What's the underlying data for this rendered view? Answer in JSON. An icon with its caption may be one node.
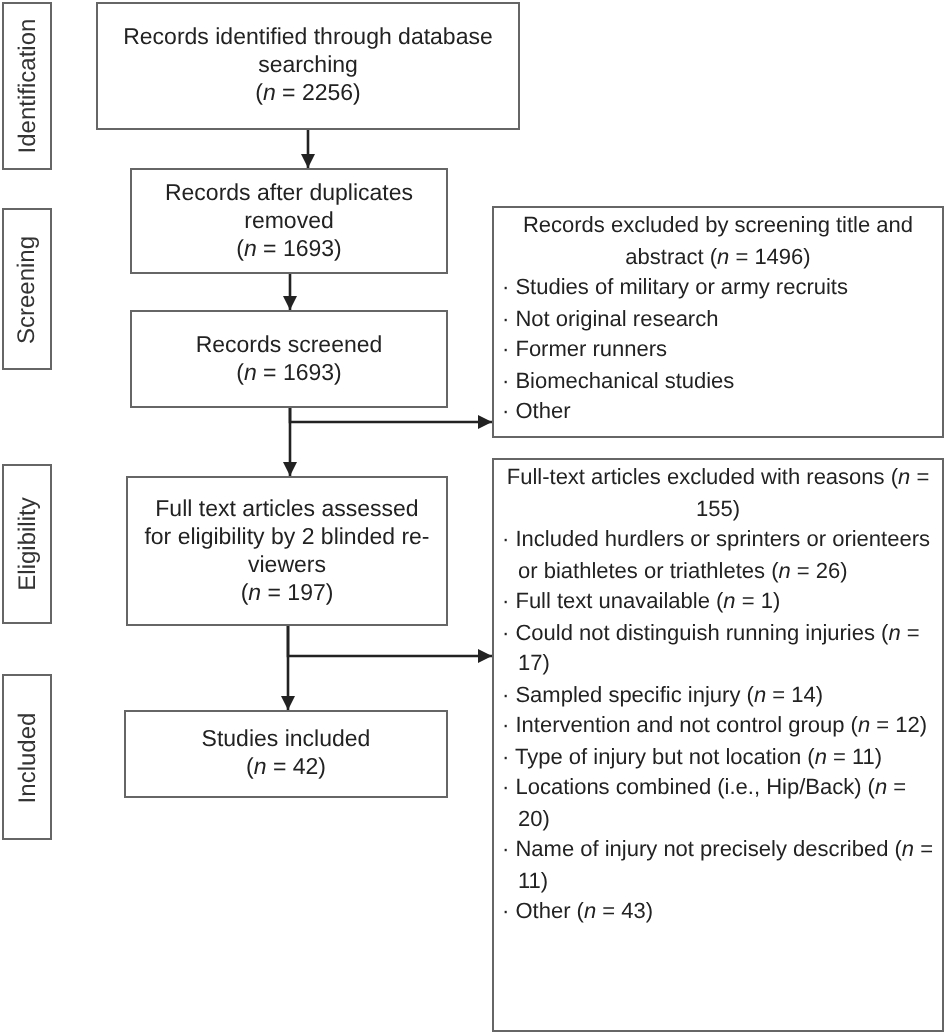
{
  "diagram": {
    "nodes": [
      {
        "text": [
          "Identification"
        ]
      },
      {
        "text": [
          "Screening"
        ]
      },
      {
        "text": [
          "Eligibility"
        ]
      },
      {
        "text": [
          "Included"
        ]
      },
      {
        "text": [
          "Records identified through database searching",
          "(*n* = 2256)"
        ]
      },
      {
        "text": [
          "Records after duplicates removed",
          "(*n* = 1693)"
        ]
      },
      {
        "text": [
          "Records screened",
          "(*n* = 1693)"
        ]
      },
      {
        "text": [
          "Records excluded by screening title and abstract (*n* = 1496)",
          "· Studies of military or army recruits",
          "· Not original research",
          "· Former runners",
          "· Biomechanical studies",
          "· Other"
        ]
      },
      {
        "text": [
          "Full text articles assessed for eligibility by 2 blinded re-viewers",
          "(*n* = 197)"
        ]
      },
      {
        "text": [
          "Studies included",
          "(*n* = 42)"
        ]
      },
      {
        "text": [
          "Full-text articles excluded with reasons (*n* = 155)",
          "· Included hurdlers or sprinters or orienteers or biathletes or triathletes (*n* = 26)",
          "· Full text unavailable (*n* = 1)",
          "· Could not distinguish running injuries (*n* = 17)",
          "· Sampled specific injury (*n* = 14)",
          "· Intervention and not control group (*n* = 12)",
          "· Type of injury but not location (*n* = 11)",
          "· Locations combined (i.e., Hip/Back) (*n* = 20)",
          "· Name of injury not precisely described (*n* = 11)",
          "· Other (*n* = 43)"
        ]
      }
    ],
    "edges": [
      {
        "from": 4,
        "to": 5,
        "arrow": "to"
      },
      {
        "from": 5,
        "to": 6,
        "arrow": "to"
      },
      {
        "from": 6,
        "to": 8,
        "arrow": "to"
      },
      {
        "from": 6,
        "to": 7,
        "arrow": "to"
      },
      {
        "from": 8,
        "to": 9,
        "arrow": "to"
      },
      {
        "from": 8,
        "to": 10,
        "arrow": "to"
      }
    ]
  }
}
